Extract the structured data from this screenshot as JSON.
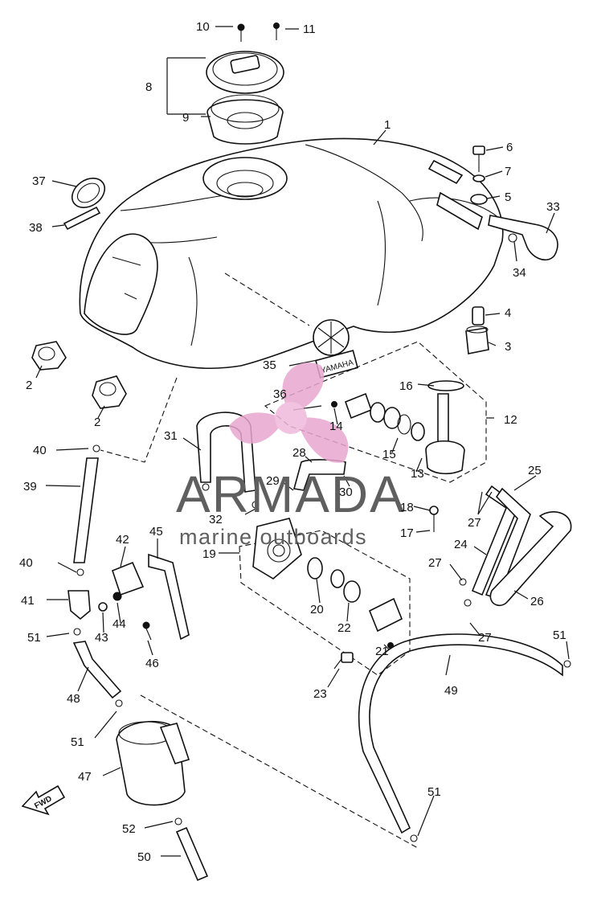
{
  "diagram": {
    "part_numbers": {
      "p1": "1",
      "p2a": "2",
      "p2b": "2",
      "p3": "3",
      "p4": "4",
      "p5": "5",
      "p6": "6",
      "p7": "7",
      "p8": "8",
      "p9": "9",
      "p10": "10",
      "p11": "11",
      "p12": "12",
      "p13": "13",
      "p14": "14",
      "p15": "15",
      "p16": "16",
      "p17": "17",
      "p18": "18",
      "p19": "19",
      "p20": "20",
      "p21": "21",
      "p22": "22",
      "p23": "23",
      "p24": "24",
      "p25": "25",
      "p26": "26",
      "p27a": "27",
      "p27b": "27",
      "p27c": "27",
      "p28": "28",
      "p29": "29",
      "p30": "30",
      "p31": "31",
      "p32": "32",
      "p33": "33",
      "p34": "34",
      "p35": "35",
      "p36": "36",
      "p37": "37",
      "p38": "38",
      "p39": "39",
      "p40a": "40",
      "p40b": "40",
      "p41": "41",
      "p42": "42",
      "p43": "43",
      "p44": "44",
      "p45": "45",
      "p46": "46",
      "p47": "47",
      "p48": "48",
      "p49": "49",
      "p50": "50",
      "p51a": "51",
      "p51b": "51",
      "p51c": "51",
      "p51d": "51",
      "p52": "52"
    },
    "fwd_label": "FWD",
    "emblem_text": "YAMAHA"
  },
  "watermark": {
    "brand": "ARMADA",
    "tagline": "marine outboards",
    "colors": {
      "brand": "#5f5f5f",
      "logo": "#e8a6cf",
      "logo_center": "#f0b8dc"
    }
  }
}
